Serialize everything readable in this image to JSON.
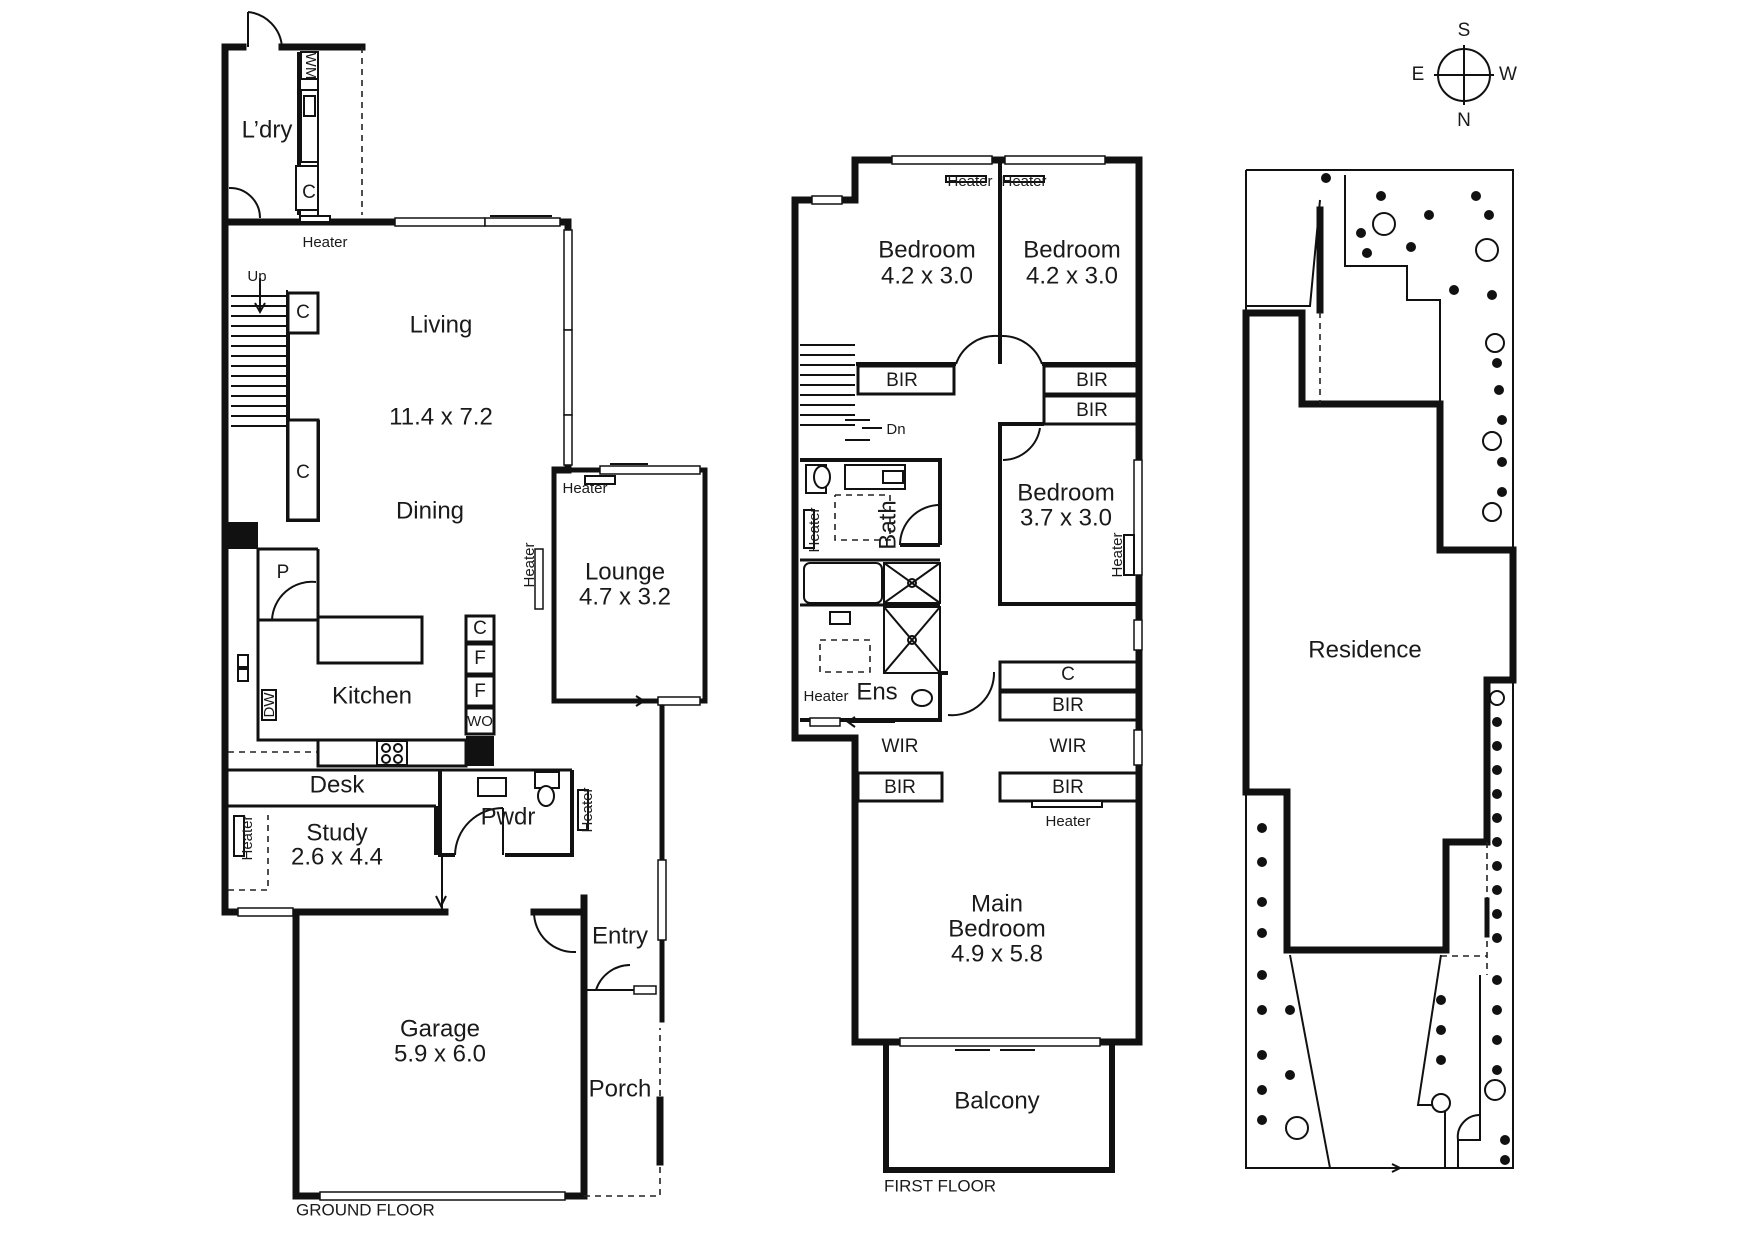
{
  "compass": {
    "north": "N",
    "south": "S",
    "east": "E",
    "west": "W"
  },
  "ground_floor": {
    "caption": "GROUND FLOOR",
    "laundry": "L’dry",
    "wm": "WM",
    "cupboard": "C",
    "heater": "Heater",
    "stairs_up": "Up",
    "living": "Living",
    "living_size": "11.4 x 7.2",
    "dining": "Dining",
    "pantry": "P",
    "kitchen": "Kitchen",
    "dw": "DW",
    "fridge": "F",
    "wo": "WO",
    "lounge": "Lounge",
    "lounge_size": "4.7 x 3.2",
    "desk": "Desk",
    "study": "Study",
    "study_size": "2.6 x 4.4",
    "powder": "Pwdr",
    "entry": "Entry",
    "garage": "Garage",
    "garage_size": "5.9 x 6.0",
    "porch": "Porch"
  },
  "first_floor": {
    "caption": "FIRST FLOOR",
    "heater": "Heater",
    "bedroom": "Bedroom",
    "bed1_size": "4.2 x 3.0",
    "bed2_size": "4.2 x 3.0",
    "bed3_size": "3.7 x 3.0",
    "bir": "BIR",
    "stairs_down": "Dn",
    "bath": "Bath",
    "ensuite": "Ens",
    "cupboard": "C",
    "wir": "WIR",
    "main_bedroom_line1": "Main",
    "main_bedroom_line2": "Bedroom",
    "main_bedroom_size": "4.9 x 5.8",
    "balcony": "Balcony"
  },
  "site_plan": {
    "residence": "Residence"
  }
}
